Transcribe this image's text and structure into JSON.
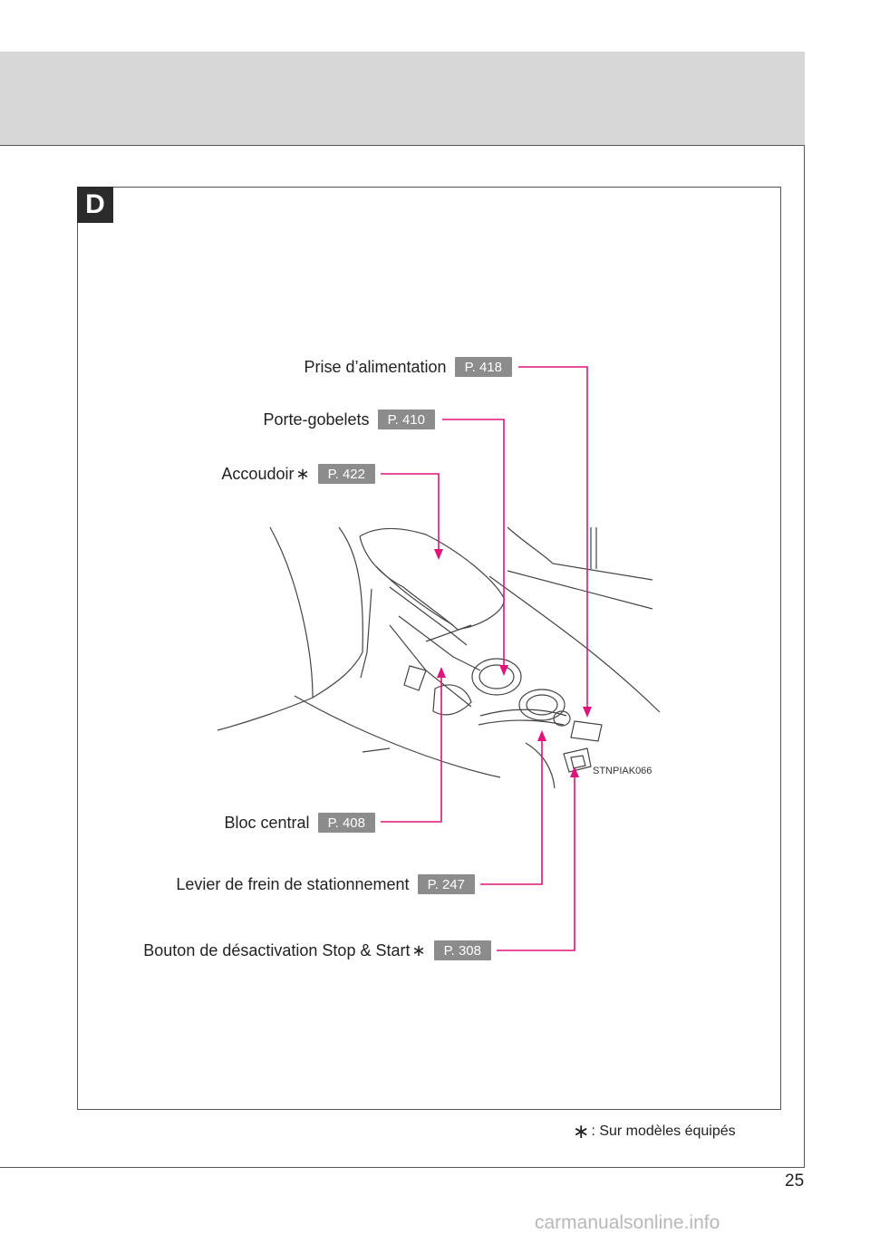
{
  "section": {
    "letter": "D"
  },
  "callouts": [
    {
      "label": "Prise d’alimentation",
      "page": "P. 418",
      "asterisk": false
    },
    {
      "label": "Porte-gobelets",
      "page": "P. 410",
      "asterisk": false
    },
    {
      "label": "Accoudoir",
      "page": "P. 422",
      "asterisk": true
    },
    {
      "label": "Bloc central",
      "page": "P. 408",
      "asterisk": false
    },
    {
      "label": "Levier de frein de stationnement",
      "page": "P. 247",
      "asterisk": false
    },
    {
      "label": "Bouton de désactivation Stop & Start",
      "page": "P. 308",
      "asterisk": true
    }
  ],
  "figure": {
    "code": "STNPIAK066"
  },
  "asterisk_symbol": "∗",
  "footnote": {
    "text": ": Sur modèles équipés"
  },
  "page_number": "25",
  "watermark": "carmanualsonline.info",
  "colors": {
    "leader": "#e0147a",
    "ref_badge": "#8c8c8c",
    "header_band": "#d7d7d7",
    "badge": "#2b2b2b"
  }
}
